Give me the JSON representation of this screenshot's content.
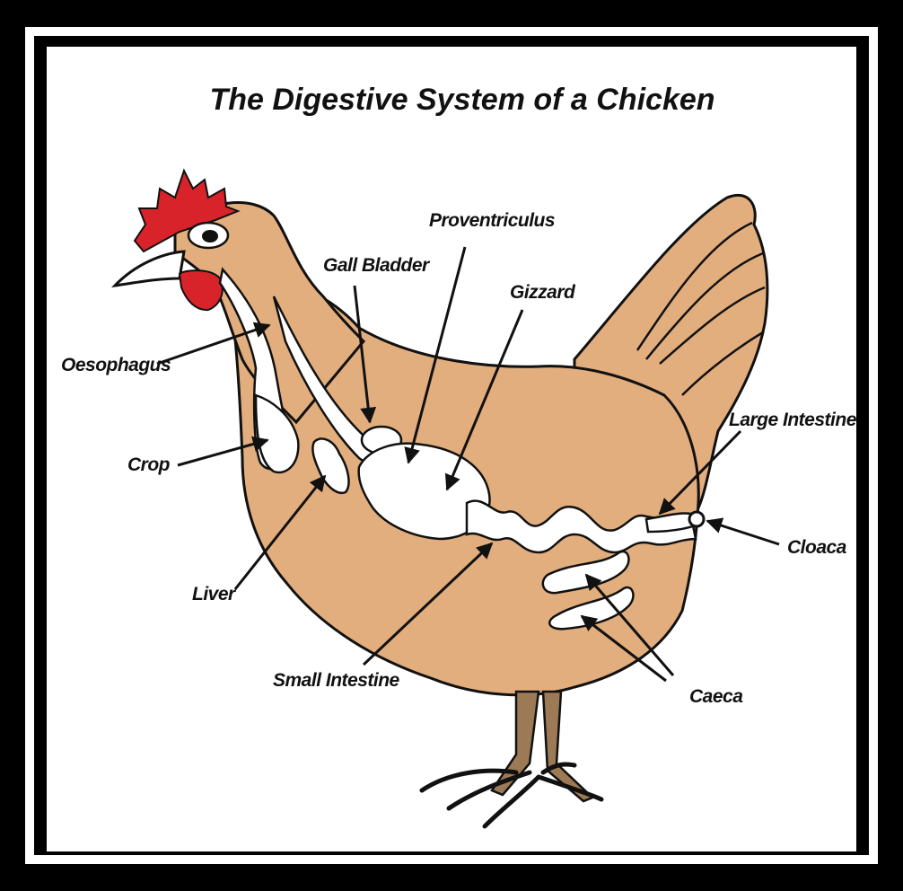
{
  "diagram": {
    "title": "The Digestive System of a Chicken",
    "labels": {
      "oesophagus": "Oesophagus",
      "crop": "Crop",
      "liver": "Liver",
      "gall_bladder": "Gall Bladder",
      "proventriculus": "Proventriculus",
      "gizzard": "Gizzard",
      "small_intestine": "Small Intestine",
      "large_intestine": "Large Intestine",
      "cloaca": "Cloaca",
      "caeca": "Caeca"
    },
    "colors": {
      "body": "#E3AE7E",
      "body_dark": "#D69A66",
      "comb": "#D9232A",
      "wattle": "#D9232A",
      "legs": "#9C7A55",
      "organ": "#FFFFFF",
      "outline": "#111111",
      "frame": "#000000"
    }
  }
}
